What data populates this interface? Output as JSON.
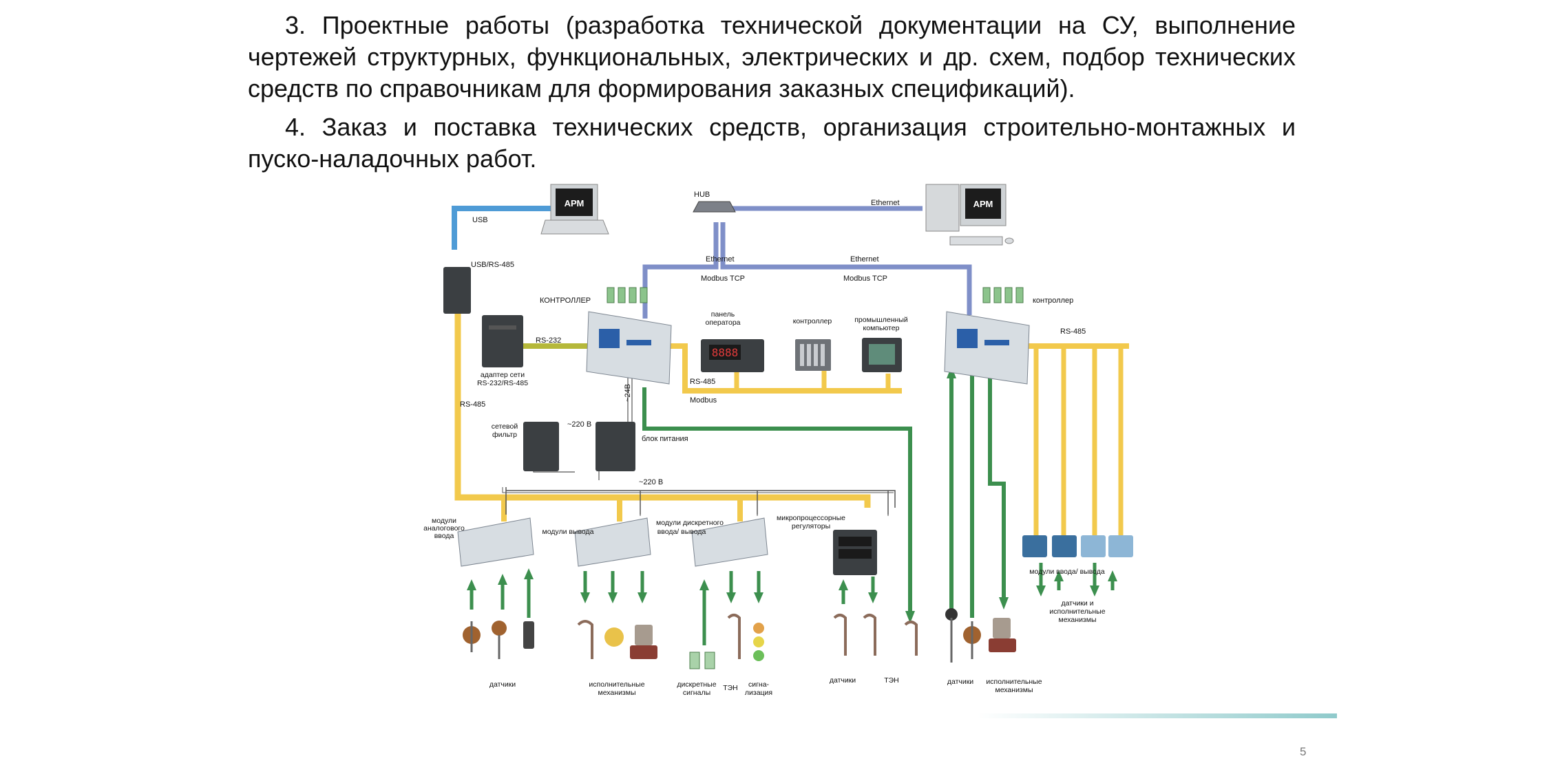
{
  "text": {
    "paragraph_3": "3. Проектные работы (разработка технической документации на СУ, выполнение чертежей структурных, функциональных, электрических и др. схем, подбор технических средств по справочникам для формирования заказных спецификаций).",
    "paragraph_4": "4. Заказ и поставка технических средств, организация строительно-монтажных и пуско-наладочных работ."
  },
  "diagram": {
    "labels": {
      "apm": "АРМ",
      "usb": "USB",
      "hub": "HUB",
      "ethernet": "Ethernet",
      "modbus_tcp": "Modbus TCP",
      "usb_rs485": "USB/RS-485",
      "kontroller_caps": "КОНТРОЛЛЕР",
      "kontroller": "контроллер",
      "rs232": "RS-232",
      "rs485": "RS-485",
      "modbus": "Modbus",
      "adapter_1": "адаптер сети",
      "adapter_2": "RS-232/RS-485",
      "panel_1": "панель",
      "panel_2": "оператора",
      "pc_1": "промышленный",
      "pc_2": "компьютер",
      "v24": "~24В",
      "v220": "~220 В",
      "filter_1": "сетевой",
      "filter_2": "фильтр",
      "psu": "блок питания",
      "mod_ai_1": "модули",
      "mod_ai_2": "аналогового",
      "mod_ai_3": "ввода",
      "mod_out": "модули вывода",
      "mod_dio_1": "модули дискретного",
      "mod_dio_2": "ввода/ вывода",
      "mpr_1": "микропроцессорные",
      "mpr_2": "регуляторы",
      "io_mod": "модули ввода/ вывода",
      "sensors_act_1": "датчики и",
      "sensors_act_2": "исполнительные",
      "sensors_act_3": "механизмы",
      "sensors": "датчики",
      "actuators_1": "исполнительные",
      "actuators_2": "механизмы",
      "discrete_1": "дискретные",
      "discrete_2": "сигналы",
      "ten": "ТЭН",
      "signal_1": "сигна-",
      "signal_2": "лизация",
      "display": "8888"
    },
    "colors": {
      "usb": "#4e9bd6",
      "ethernet": "#7f8fc8",
      "rs485_bus": "#f2c94c",
      "rs232": "#b5b83a",
      "signal": "#3c8f4e",
      "device_body": "#d7dde2",
      "device_dark": "#3b3f42"
    }
  },
  "footer": {
    "page_number": "5"
  }
}
